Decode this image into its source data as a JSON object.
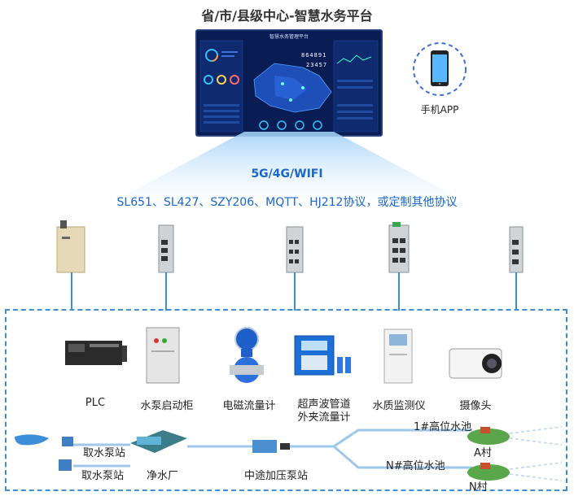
{
  "title": "省/市/县级中心-智慧水务平台",
  "platform": {
    "screen_title": "智慧水务管理平台",
    "digits_top": "864891",
    "digits_bottom": "23457"
  },
  "mobile": {
    "label": "手机APP"
  },
  "network": "5G/4G/WIFI",
  "protocols": "SL651、SL427、SZY206、MQTT、HJ212协议，或定制其他协议",
  "devices": [
    {
      "name": "PLC"
    },
    {
      "name": "水泵启动柜"
    },
    {
      "name": "电磁流量计"
    },
    {
      "name": "超声波管道"
    },
    {
      "name": "外夹流量计"
    },
    {
      "name": "水质监测仪"
    },
    {
      "name": "摄像头"
    }
  ],
  "flow": {
    "intake1": "取水泵站",
    "intake2": "取水泵站",
    "plant": "净水厂",
    "booster": "中途加压泵站",
    "pool1": "1#高位水池",
    "village1": "A村",
    "pool2": "N#高位水池",
    "village2": "N村"
  },
  "colors": {
    "accent": "#1a66c9",
    "dashed_border": "#3f8ed8",
    "screen_bg": "#0a1c54"
  }
}
